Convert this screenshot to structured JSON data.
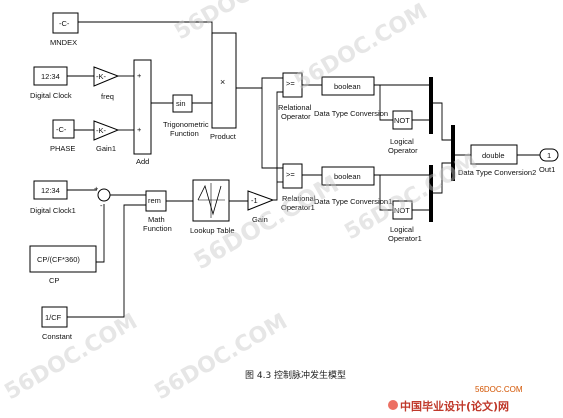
{
  "blocks": {
    "mndex_const": "-C-",
    "mndex_label": "MNDEX",
    "clock_display": "12:34",
    "clock_label": "Digital Clock",
    "freq_gain": "-K-",
    "freq_label": "freq",
    "phase_const": "-C-",
    "phase_label": "PHASE",
    "gain1_block": "-K-",
    "gain1_label": "Gain1",
    "add_plus1": "+",
    "add_plus2": "+",
    "add_label": "Add",
    "sin_block": "sin",
    "trig_label1": "Trigonometric",
    "trig_label2": "Function",
    "product_symbol": "×",
    "product_label": "Product",
    "rel_op1_symbol": ">=",
    "rel_op1_label1": "Relational",
    "rel_op1_label2": "Operator",
    "boolean1": "boolean",
    "dtc1_label": "Data Type Conversion",
    "not1": "NOT",
    "logic1_label1": "Logical",
    "logic1_label2": "Operator",
    "double_block": "double",
    "dtc2_label": "Data Type Conversion2",
    "out1_num": "1",
    "out1_label": "Out1",
    "clock1_display": "12:34",
    "clock1_label": "Digital Clock1",
    "sum_plus": "+",
    "sum_minus": "-",
    "rem_block": "rem",
    "math_label1": "Math",
    "math_label2": "Function",
    "lookup_label": "Lookup Table",
    "gain_block": "-1",
    "gain_label": "Gain",
    "rel_op2_symbol": ">=",
    "rel_op2_label1": "Relational",
    "rel_op2_label2": "Operator1",
    "boolean2": "boolean",
    "dtc_1_label": "Data Type Conversion1",
    "not2": "NOT",
    "logic2_label1": "Logical",
    "logic2_label2": "Operator1",
    "cp_const": "CP/(CF*360)",
    "cp_label": "CP",
    "cf_const": "1/CF",
    "cf_label": "Constant"
  },
  "caption": "图 4.3   控制脉冲发生模型",
  "watermark": "56DOC.COM",
  "footer_brand": "中国毕业设计(论文)网",
  "footer_url": "56DOC.COM"
}
